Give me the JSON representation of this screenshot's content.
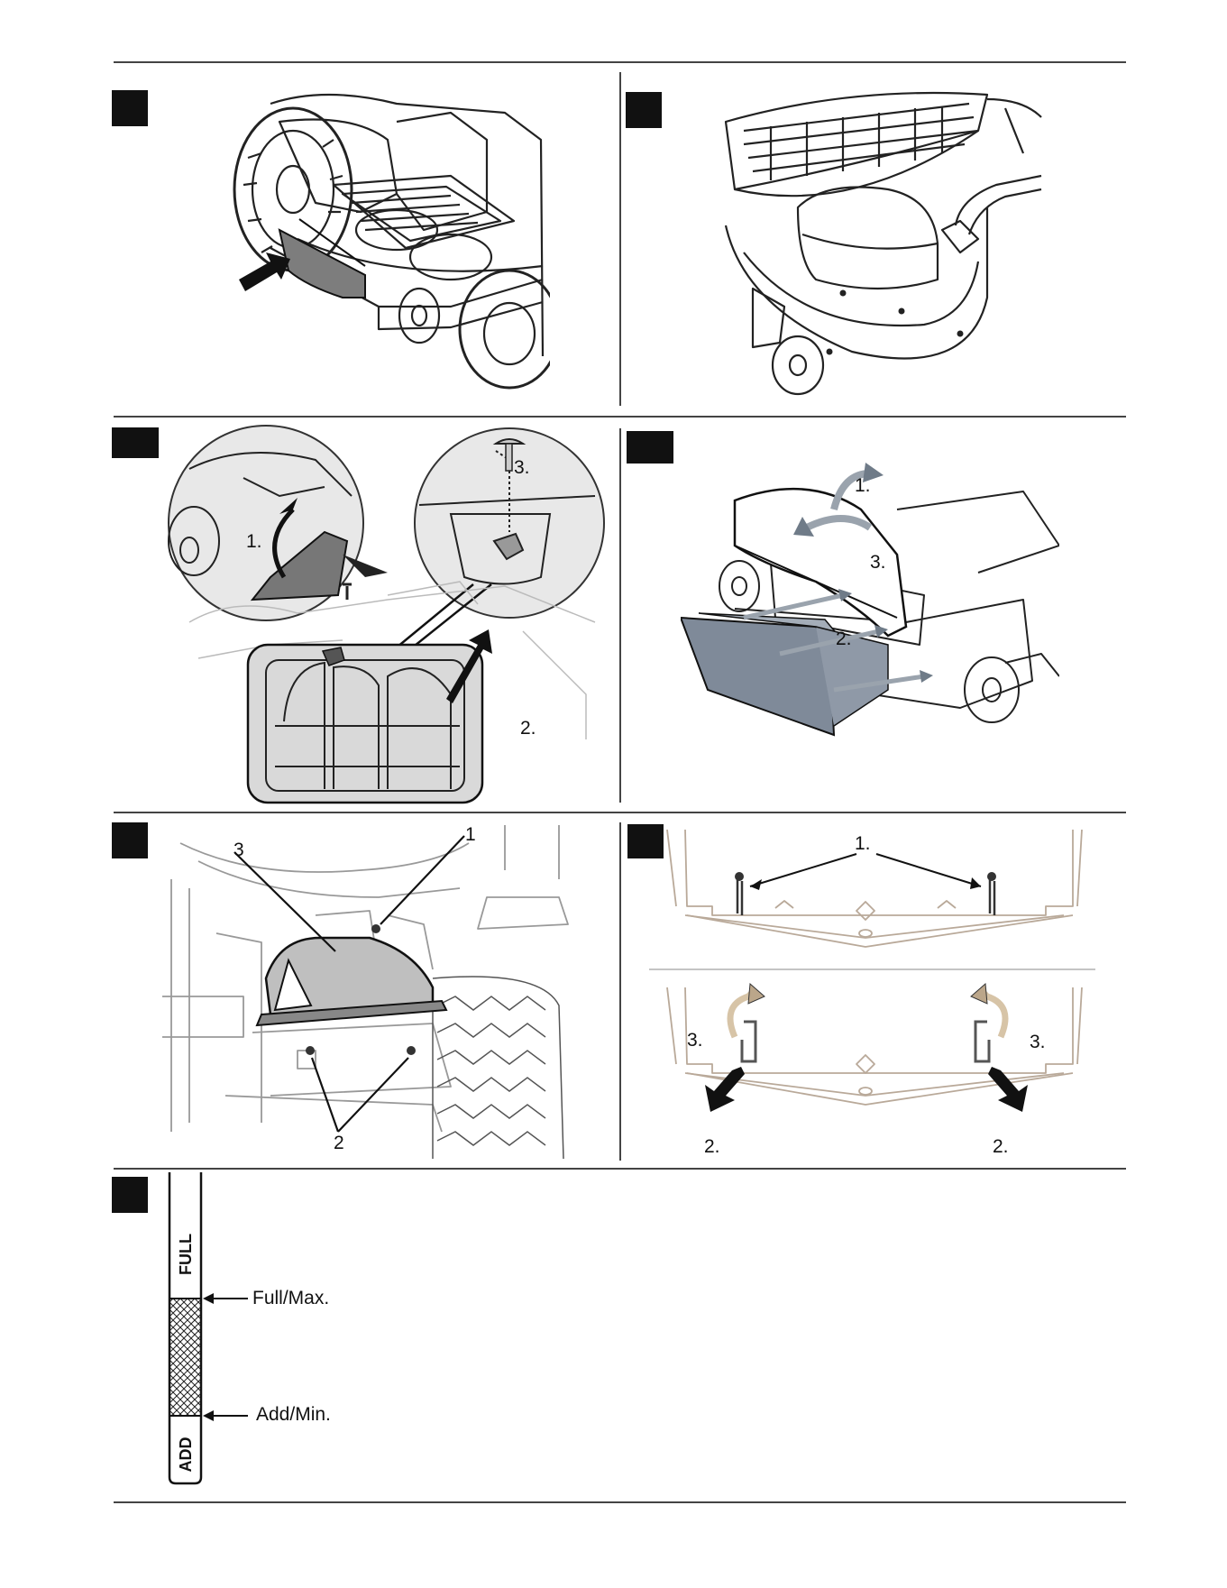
{
  "fig3": {
    "steps": [
      "1.",
      "2.",
      "3."
    ]
  },
  "fig4": {
    "steps": [
      "1.",
      "2.",
      "3."
    ]
  },
  "fig5": {
    "callouts": [
      "1",
      "2",
      "3"
    ]
  },
  "fig6": {
    "steps": [
      "1.",
      "2.",
      "3.",
      "3.",
      "2.",
      "2."
    ]
  },
  "fig7": {
    "gauge_full": "FULL",
    "gauge_add": "ADD",
    "label_full": "Full/Max.",
    "label_add": "Add/Min."
  }
}
